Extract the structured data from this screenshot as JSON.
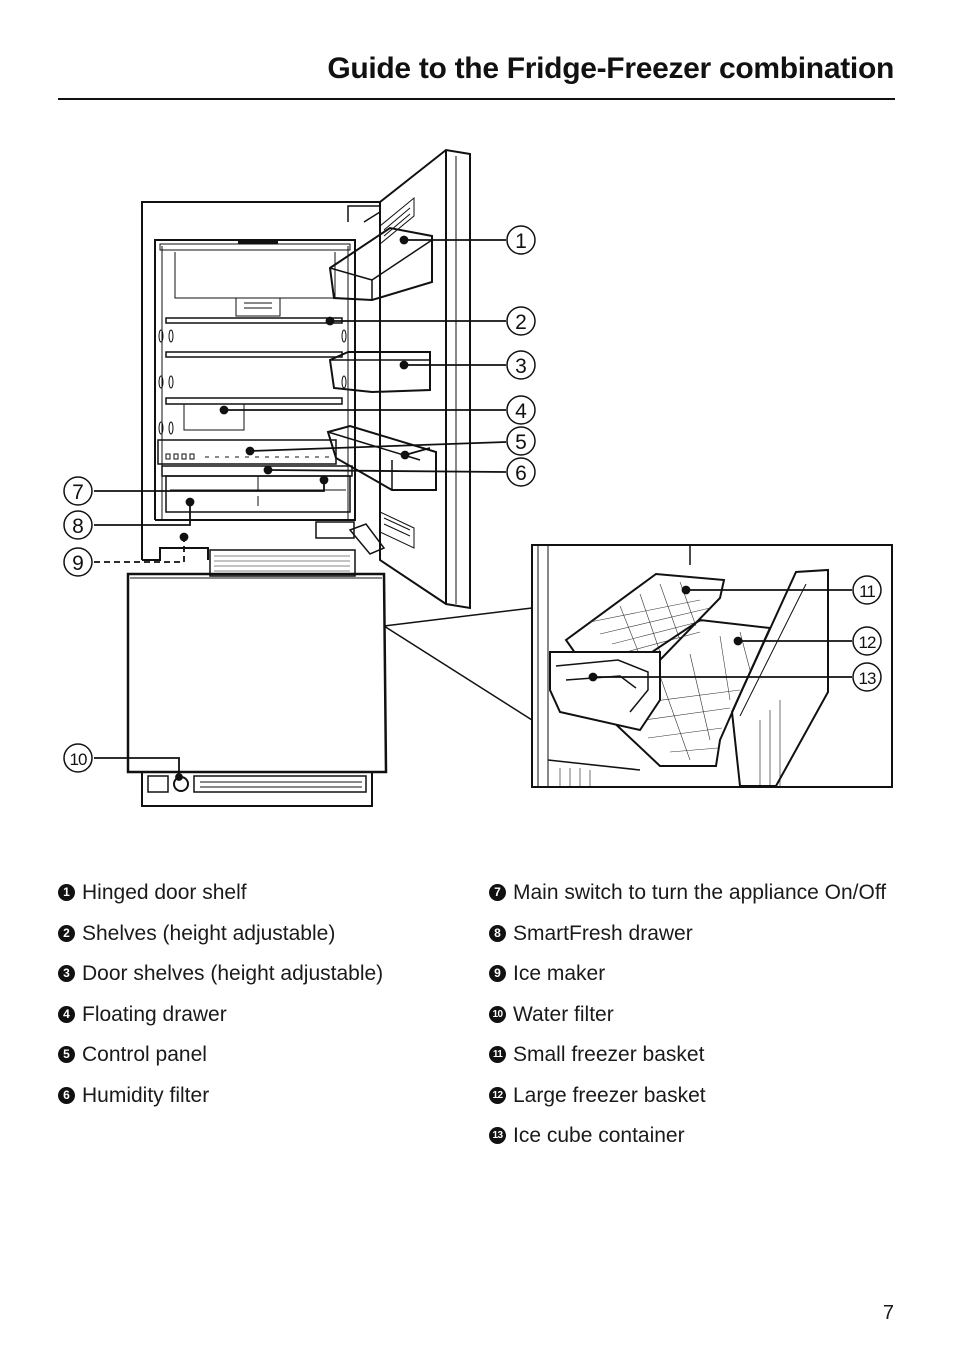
{
  "header": {
    "title": "Guide to the Fridge-Freezer combination"
  },
  "callout_numbers": [
    "1",
    "2",
    "3",
    "4",
    "5",
    "6",
    "7",
    "8",
    "9",
    "10",
    "11",
    "12",
    "13"
  ],
  "legend_left": [
    {
      "num": "1",
      "label": "Hinged door shelf"
    },
    {
      "num": "2",
      "label": "Shelves (height adjustable)"
    },
    {
      "num": "3",
      "label": "Door shelves (height adjustable)"
    },
    {
      "num": "4",
      "label": "Floating drawer"
    },
    {
      "num": "5",
      "label": "Control panel"
    },
    {
      "num": "6",
      "label": "Humidity filter"
    }
  ],
  "legend_right": [
    {
      "num": "7",
      "label": "Main switch to turn the appliance On/Off"
    },
    {
      "num": "8",
      "label": "SmartFresh drawer"
    },
    {
      "num": "9",
      "label": "Ice maker"
    },
    {
      "num": "10",
      "label": "Water filter"
    },
    {
      "num": "11",
      "label": "Small freezer basket"
    },
    {
      "num": "12",
      "label": "Large freezer basket"
    },
    {
      "num": "13",
      "label": "Ice cube container"
    }
  ],
  "footer": {
    "page_number": "7"
  }
}
